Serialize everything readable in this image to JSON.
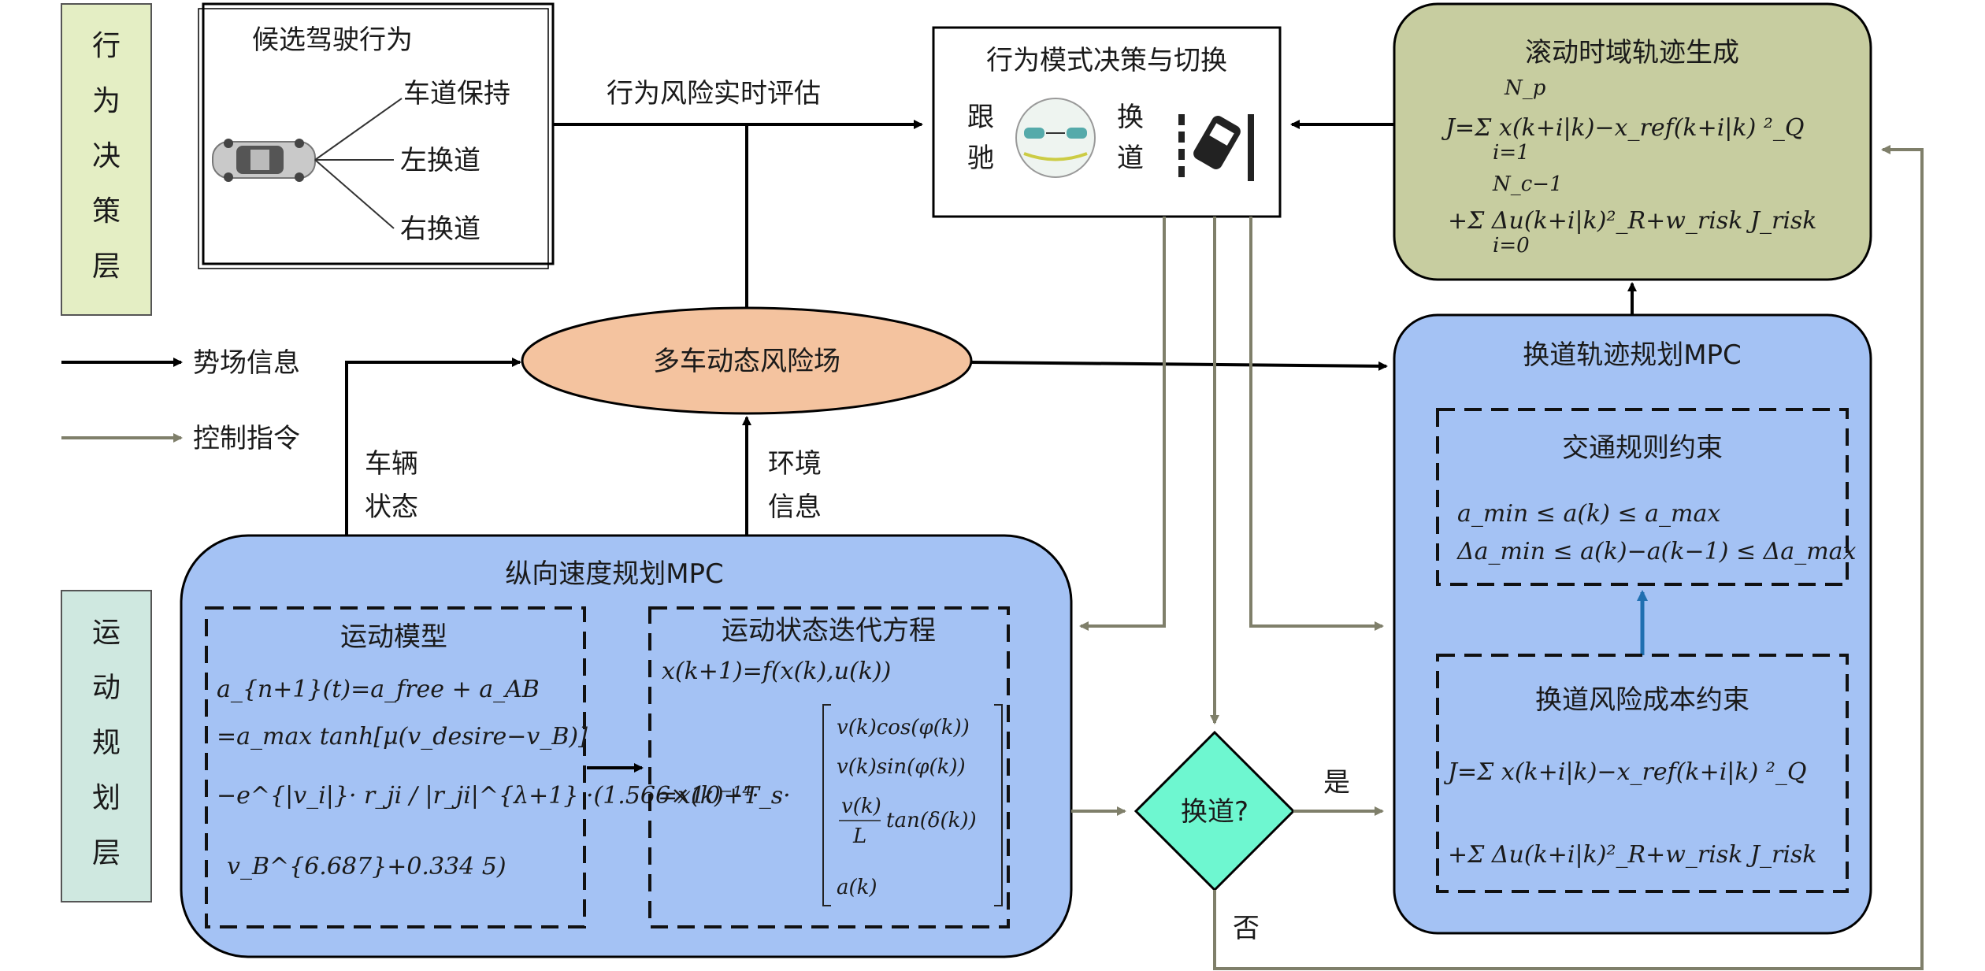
{
  "layers": {
    "behavior_label": "行为决策层",
    "motion_label": "运动规划层"
  },
  "legend": {
    "potential_info": "势场信息",
    "control_cmd": "控制指令"
  },
  "candidate_box": {
    "title": "候选驾驶行为",
    "options": [
      "车道保持",
      "左换道",
      "右换道"
    ]
  },
  "risk_eval_label": "行为风险实时评估",
  "decision_box": {
    "title": "行为模式决策与切换",
    "follow_label": [
      "跟",
      "驰"
    ],
    "change_label": [
      "换",
      "道"
    ]
  },
  "rolling_box": {
    "title": "滚动时域轨迹生成",
    "eq_line1": "J=Σ x(k+i|k)−x_ref(k+i|k) ²_Q",
    "eq_line1_upper": "N_p",
    "eq_line1_lower": "i=1",
    "eq_line2": "+Σ Δu(k+i|k)²_R+w_risk J_risk",
    "eq_line2_upper": "N_c−1",
    "eq_line2_lower": "i=0"
  },
  "risk_field": {
    "label": "多车动态风险场"
  },
  "vehicle_state_label": [
    "车辆",
    "状态"
  ],
  "env_info_label": [
    "环境",
    "信息"
  ],
  "lane_change_mpc": {
    "title": "换道轨迹规划MPC",
    "traffic_box": {
      "title": "交通规则约束",
      "c1": "a_min ≤ a(k) ≤ a_max",
      "c2": "Δa_min ≤ a(k)−a(k−1) ≤ Δa_max"
    },
    "risk_cost_box": {
      "title": "换道风险成本约束",
      "eq_line1": "J=Σ x(k+i|k)−x_ref(k+i|k) ²_Q",
      "eq_line2": "+Σ Δu(k+i|k)²_R+w_risk J_risk"
    }
  },
  "long_mpc": {
    "title": "纵向速度规划MPC",
    "motion_model": {
      "title": "运动模型",
      "l1": "a_{n+1}(t)=a_free + a_AB",
      "l2": "=a_max tanh[μ(v_desire−v_B)]",
      "l3": "−e^{|v_i|}· r_ji / |r_ji|^{λ+1} ·(1.566×10⁻¹⁴·",
      "l4": "v_B^{6.687}+0.334 5)"
    },
    "state_eq": {
      "title": "运动状态迭代方程",
      "l1": "x(k+1)=f(x(k),u(k))",
      "lhs": "=x(k)+T_s·",
      "m1": "v(k)cos(φ(k))",
      "m2": "v(k)sin(φ(k))",
      "m3_num": "v(k)",
      "m3_den": "L",
      "m3_tail": "tan(δ(k))",
      "m4": "a(k)"
    }
  },
  "decision_diamond": {
    "label": "换道?",
    "yes": "是",
    "no": "否"
  },
  "colors": {
    "black_arrow": "#000000",
    "gray_arrow": "#7f7f6a",
    "blue_fill": "#a4c2f4",
    "olive_fill": "#c7cda0",
    "orange_fill": "#f4c39f",
    "cyan_fill": "#6ef7d0",
    "layer_green": "#e4eec4",
    "layer_teal": "#cfe8e0"
  }
}
